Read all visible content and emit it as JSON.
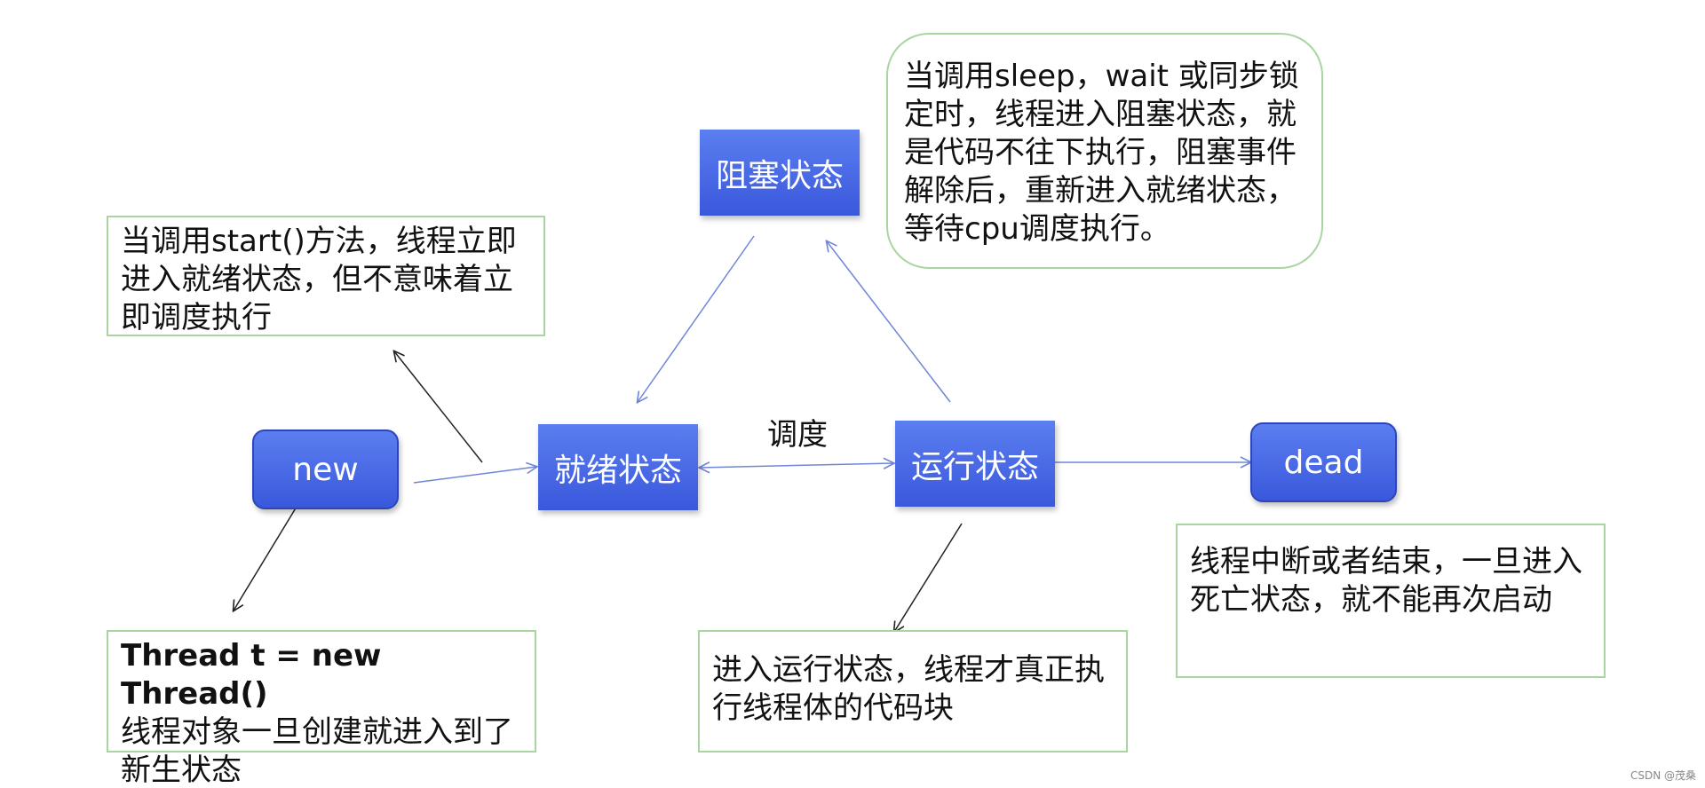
{
  "states": {
    "new": "new",
    "ready": "就绪状态",
    "blocked": "阻塞状态",
    "running": "运行状态",
    "dead": "dead"
  },
  "edge_label": "调度",
  "notes": {
    "start_note": "当调用start()方法，线程立即进入就绪状态，但不意味着立即调度执行",
    "new_note_code": "Thread t = new Thread()",
    "new_note_text": "线程对象一旦创建就进入到了新生状态",
    "blocked_note": "当调用sleep，wait 或同步锁定时，线程进入阻塞状态，就是代码不往下执行，阻塞事件解除后，重新进入就绪状态，等待cpu调度执行。",
    "running_note": "进入运行状态，线程才真正执行线程体的代码块",
    "dead_note": "线程中断或者结束，一旦进入死亡状态，就不能再次启动"
  },
  "colors": {
    "state_fill": "#4467e6",
    "note_border": "#a9d5a0",
    "state_arrow": "#6f86d6",
    "note_arrow": "#222222"
  },
  "watermark": "CSDN @茂桑"
}
